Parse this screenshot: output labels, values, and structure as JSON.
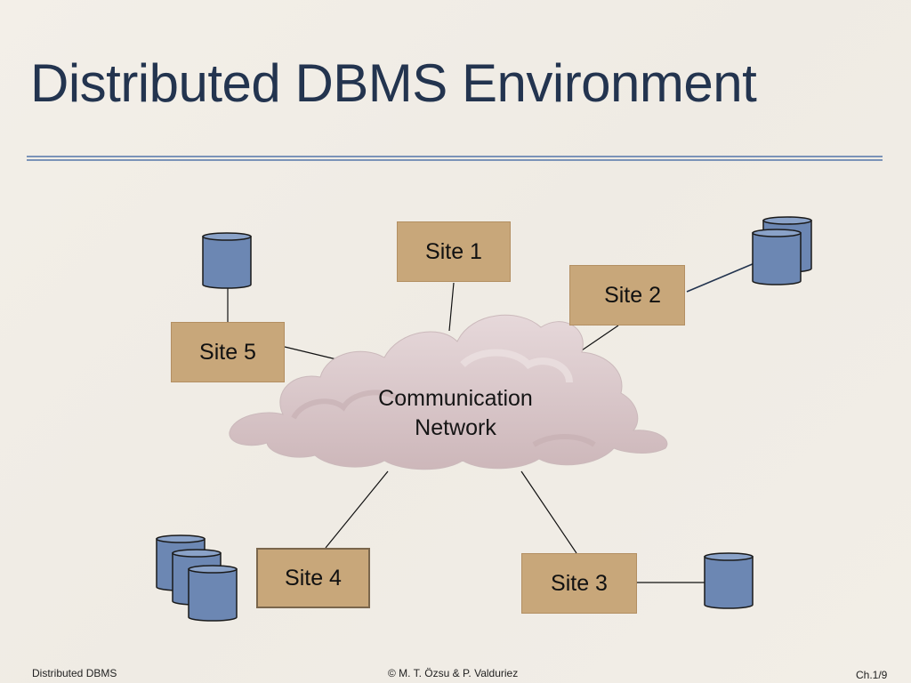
{
  "slide": {
    "title": "Distributed DBMS Environment"
  },
  "diagram": {
    "network_label_line1": "Communication",
    "network_label_line2": "Network",
    "sites": {
      "site1": "Site 1",
      "site2": "Site 2",
      "site3": "Site 3",
      "site4": "Site 4",
      "site5": "Site 5"
    },
    "databases_per_site": {
      "site1": 0,
      "site2": 2,
      "site3": 1,
      "site4": 3,
      "site5": 1
    },
    "colors": {
      "site_box": "#c8a77a",
      "cloud": "#d9c6c9",
      "database": "#6c87b3",
      "title": "#23344f",
      "rule": "#7b93b8"
    }
  },
  "footer": {
    "left": "Distributed DBMS",
    "center": "© M. T. Özsu & P. Valduriez",
    "right": "Ch.1/9"
  }
}
